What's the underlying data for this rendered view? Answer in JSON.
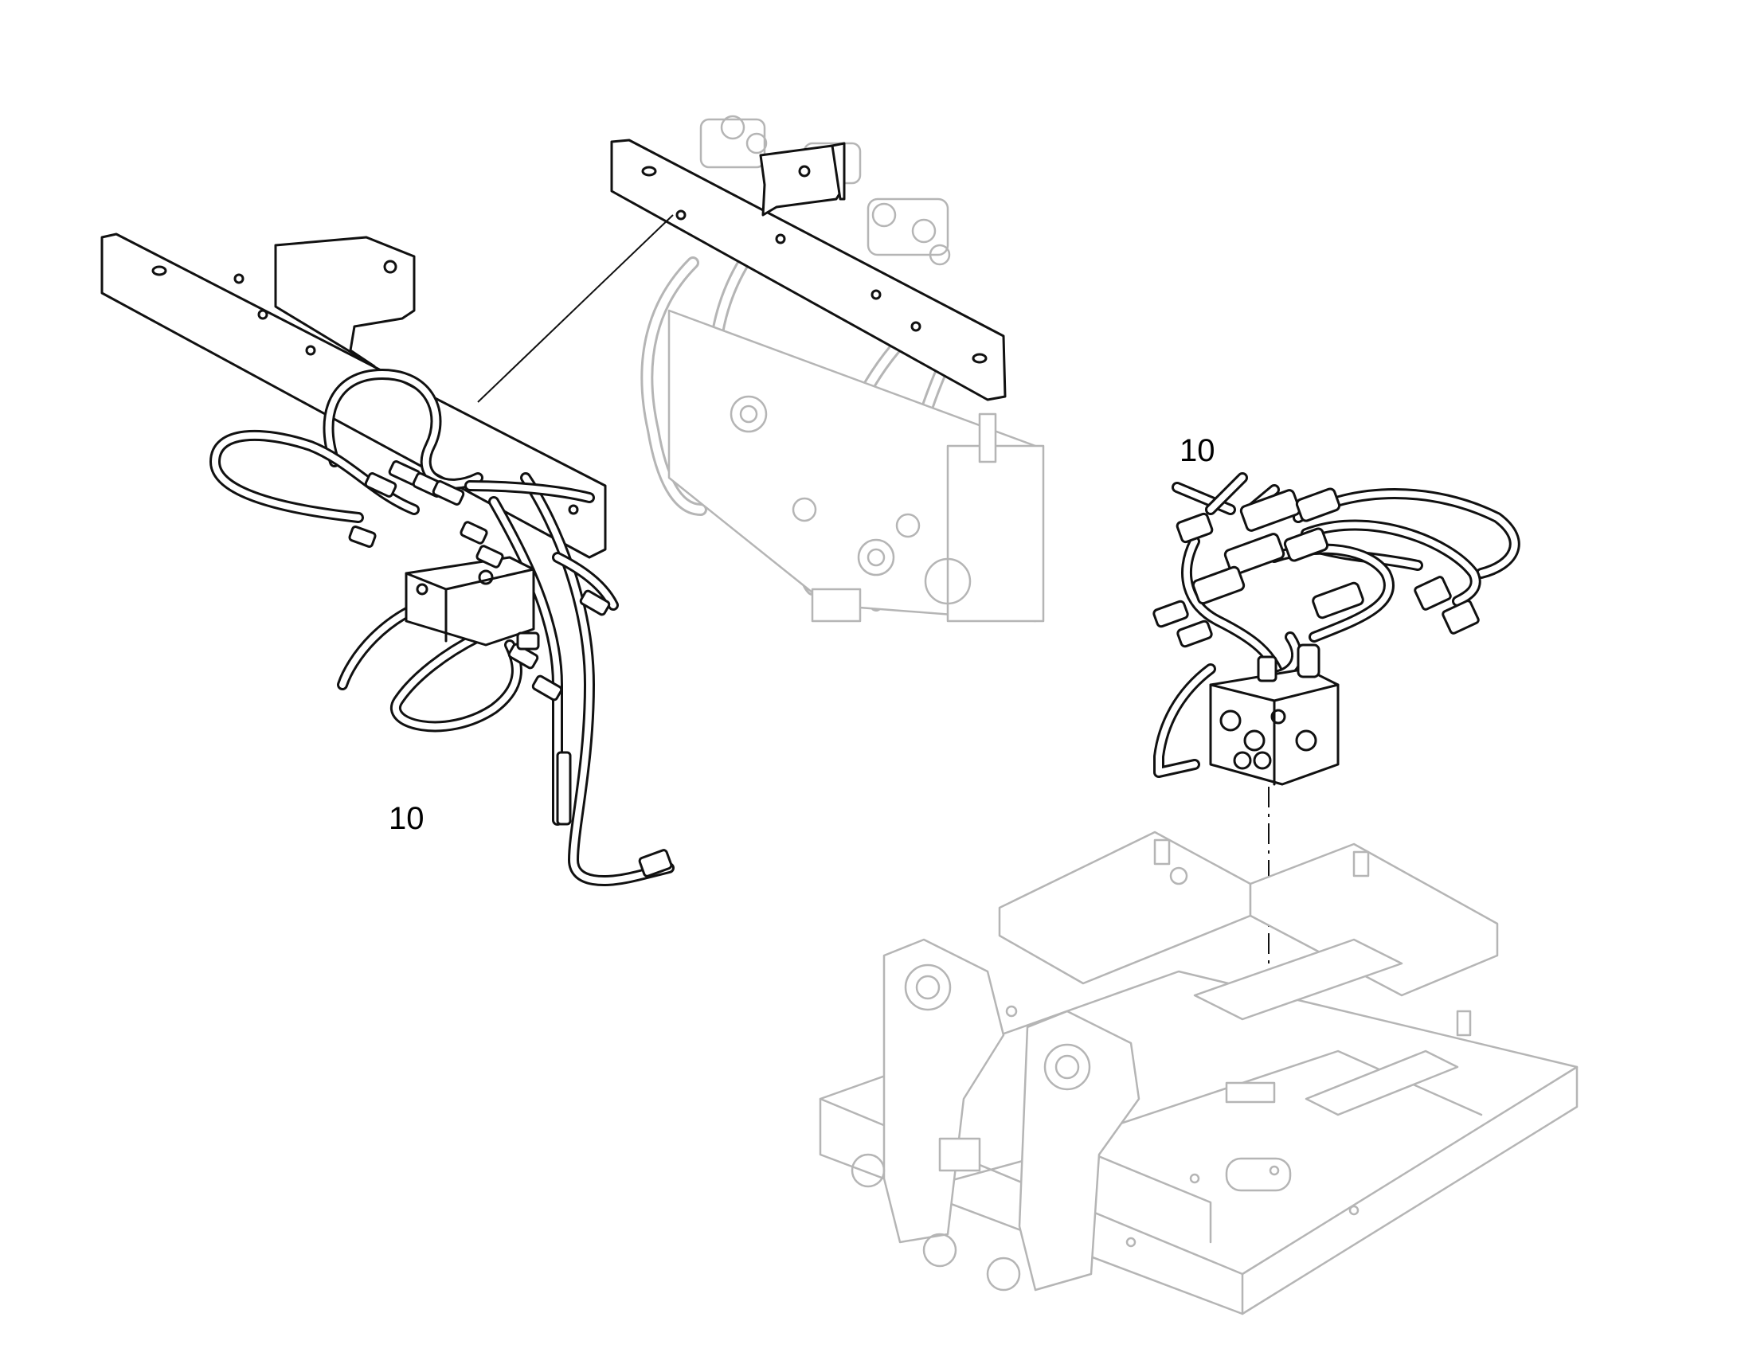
{
  "callouts": [
    {
      "id": "left",
      "text": "10"
    },
    {
      "id": "right",
      "text": "10"
    }
  ],
  "colors": {
    "line": "#111111",
    "ghost": "#b5b5b5",
    "background": "#ffffff"
  }
}
